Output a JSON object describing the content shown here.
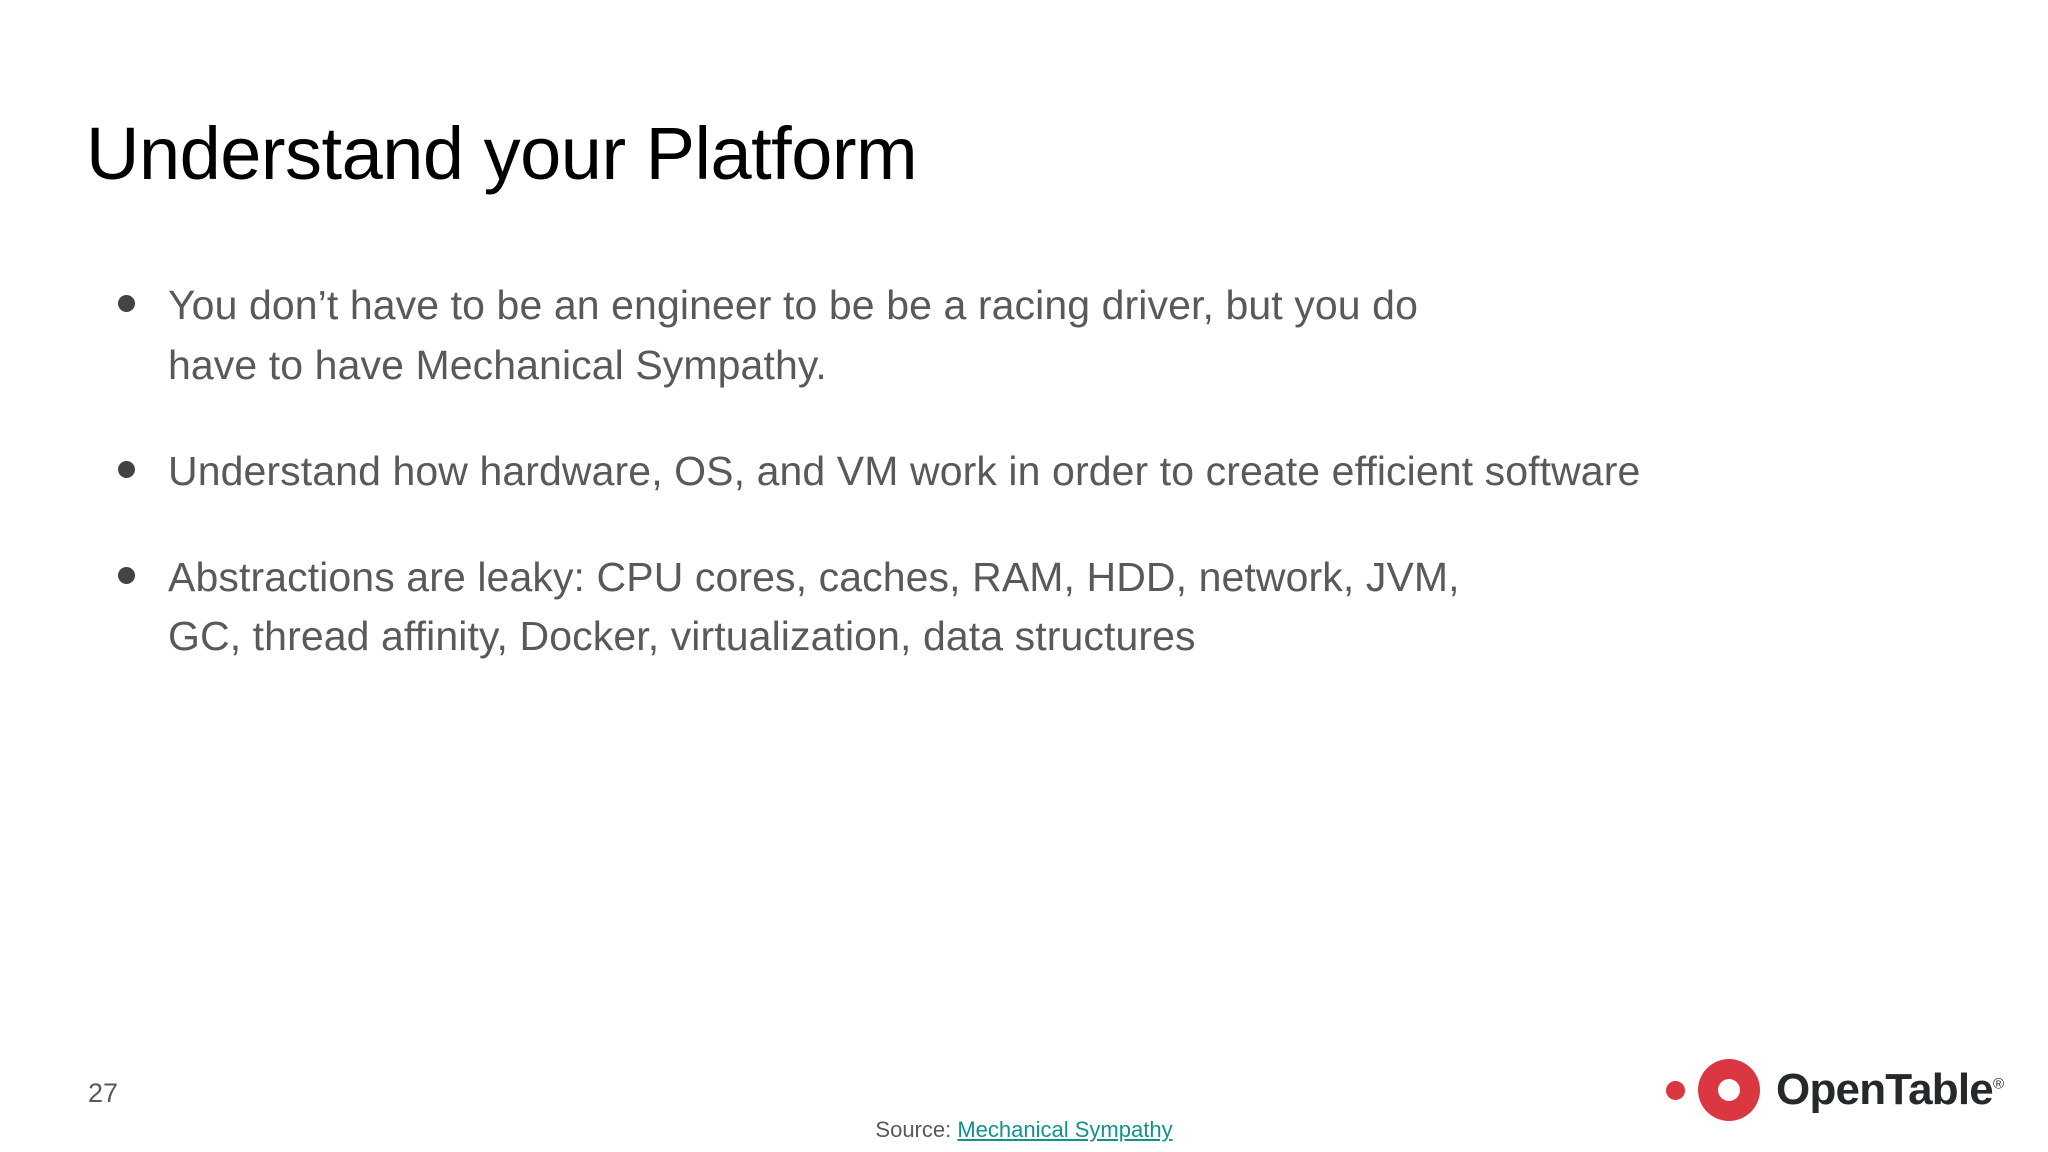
{
  "slide": {
    "title": "Understand your Platform",
    "page_number": "27",
    "background_color": "#ffffff",
    "title_color": "#000000",
    "body_text_color": "#595959",
    "bullet_marker_color": "#434343",
    "link_color": "#12928f",
    "brand_red": "#da3743"
  },
  "bullets": [
    {
      "marker": "bullet-dot",
      "text": "You don’t have to be an engineer to be be a racing driver, but you do have to have Mechanical Sympathy."
    },
    {
      "marker": "bullet-dot",
      "text": "Understand how hardware, OS, and VM work in order to create efficient software"
    },
    {
      "marker": "bullet-dot",
      "text": "Abstractions are leaky: CPU cores, caches, RAM, HDD, network, JVM, GC, thread affinity, Docker, virtualization, data structures"
    }
  ],
  "footer": {
    "source_label": "Source:",
    "source_link_text": "Mechanical Sympathy"
  },
  "logo": {
    "wordmark": "OpenTable",
    "registered_mark": "®"
  }
}
